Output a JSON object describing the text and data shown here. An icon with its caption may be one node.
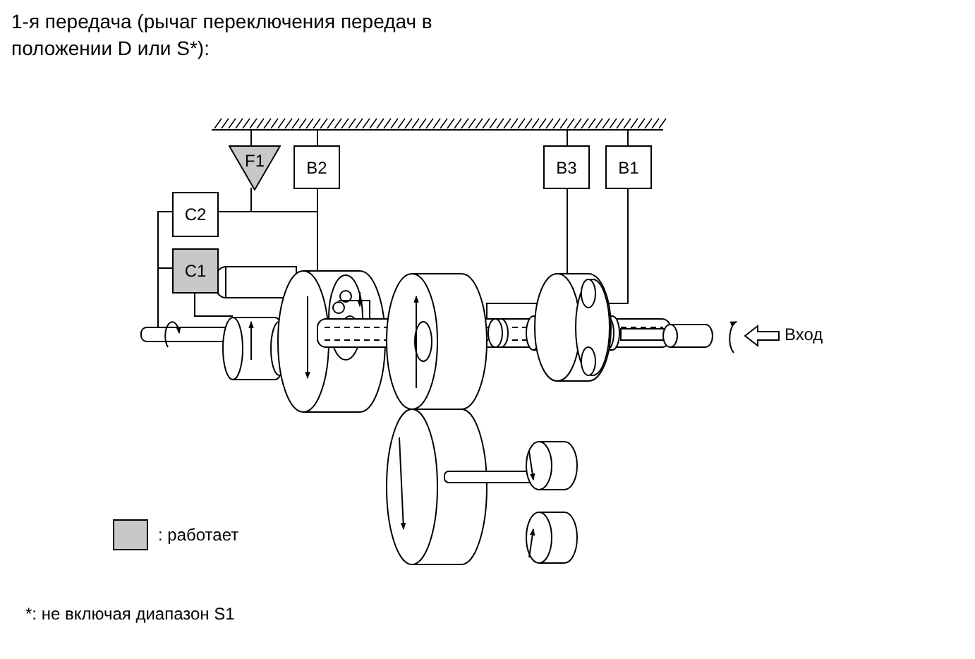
{
  "diagram": {
    "title": "1-я передача (рычаг переключения передач в положении D или S*):",
    "nodes": [
      {
        "text": [
          "F1"
        ]
      },
      {
        "text": [
          "B2"
        ]
      },
      {
        "text": [
          "B3"
        ]
      },
      {
        "text": [
          "B1"
        ]
      },
      {
        "text": [
          "C2"
        ]
      },
      {
        "text": [
          "C1"
        ]
      }
    ],
    "labels": [
      "Вход",
      "*: не включая диапазон S1"
    ],
    "legend": [
      {
        "text": ": работает",
        "color": "#c8c8c8"
      }
    ]
  }
}
